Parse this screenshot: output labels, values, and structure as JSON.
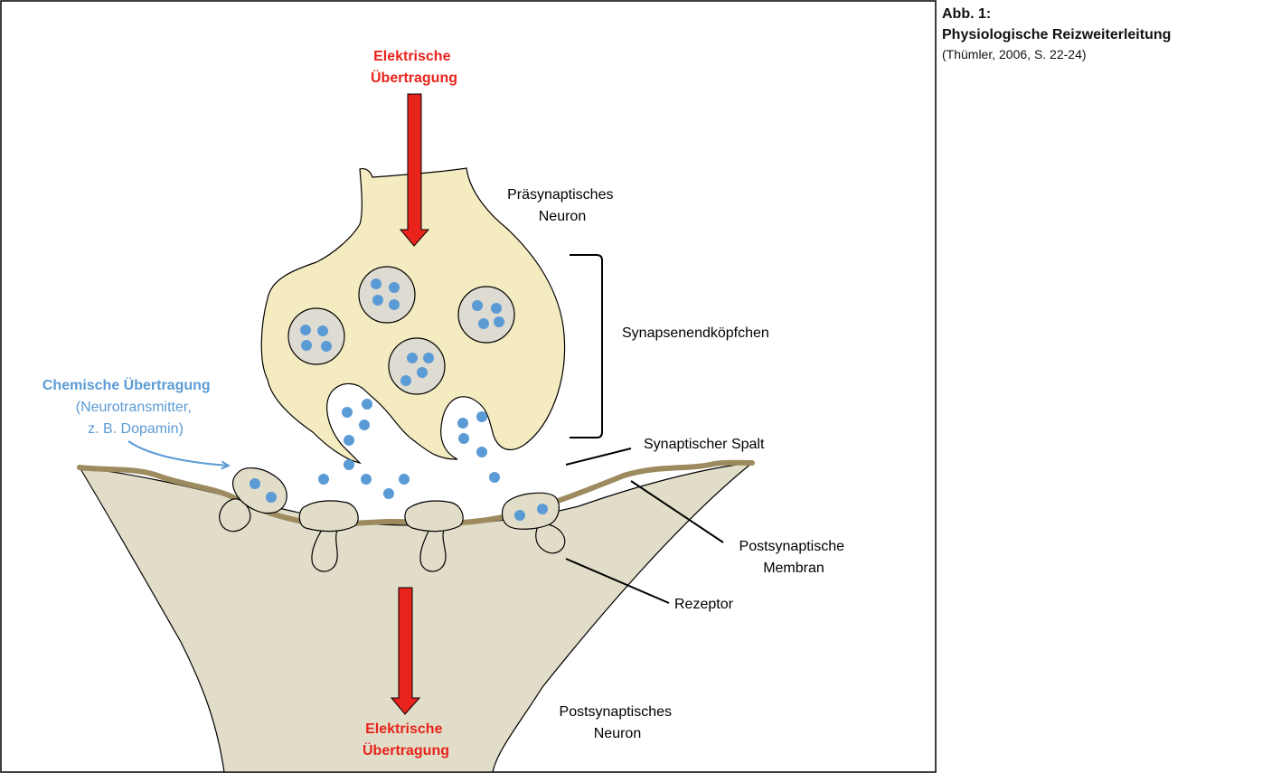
{
  "caption": {
    "label": "Abb. 1:",
    "title": "Physiologische Reizweiterleitung",
    "source": "(Thümler, 2006, S. 22-24)"
  },
  "labels": {
    "electric_top": [
      "Elektrische",
      "Übertragung"
    ],
    "electric_bottom": [
      "Elektrische",
      "Übertragung"
    ],
    "presynaptic": [
      "Präsynaptisches",
      "Neuron"
    ],
    "bouton": "Synapsenendköpfchen",
    "cleft": "Synaptischer Spalt",
    "chemical_title": "Chemische Übertragung",
    "chemical_sub": [
      "(Neurotransmitter,",
      "z. B. Dopamin)"
    ],
    "membrane": [
      "Postsynaptische",
      "Membran"
    ],
    "receptor": "Rezeptor",
    "postsynaptic": [
      "Postsynaptisches",
      "Neuron"
    ]
  },
  "colors": {
    "electric": "#e8231b",
    "chemical": "#5b9bd5",
    "presynaptic_fill": "#f4ebc0",
    "postsynaptic_fill": "#e2ddc9",
    "membrane": "#9d8b5f",
    "vesicle_fill": "#dedbd2",
    "neurotransmitter": "#5b9bd5"
  }
}
